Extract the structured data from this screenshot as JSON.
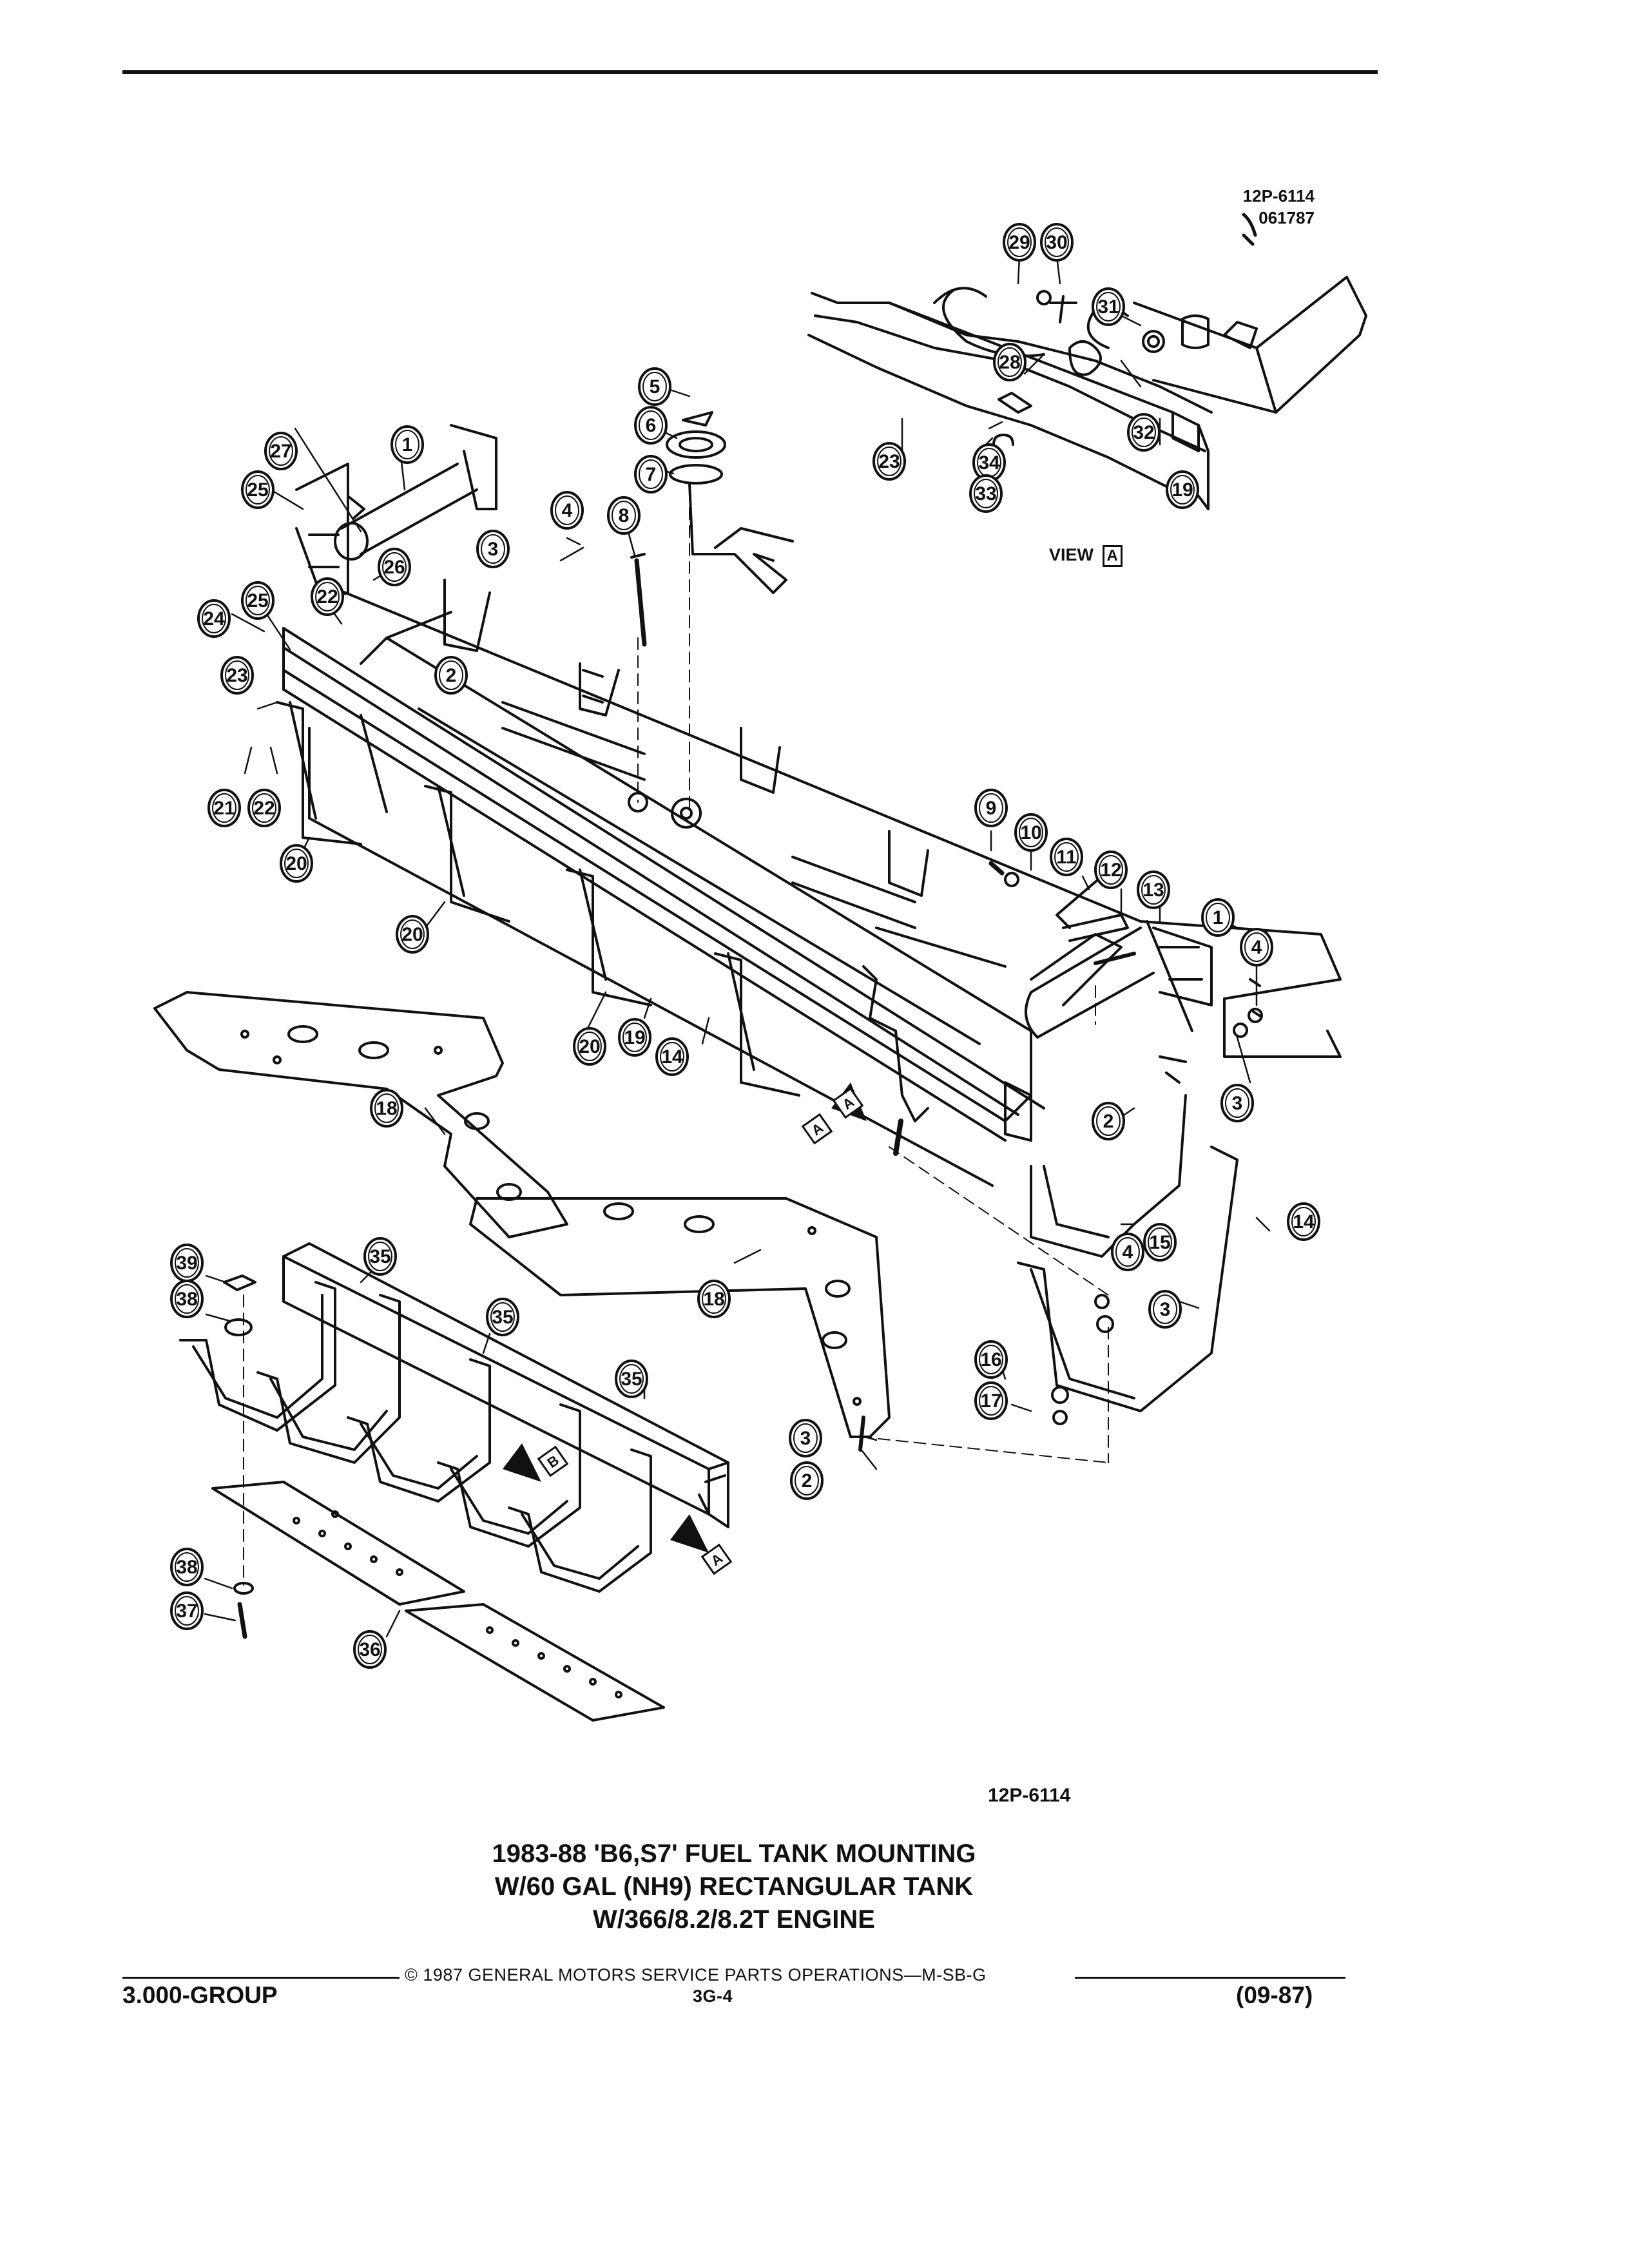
{
  "header": {
    "ref_code": "12P-6114",
    "ref_date": "061787"
  },
  "view_label": {
    "word": "VIEW",
    "letter": "A"
  },
  "figure_ref": "12P-6114",
  "caption": [
    "1983-88 'B6,S7' FUEL TANK MOUNTING",
    "W/60 GAL (NH9) RECTANGULAR TANK",
    "W/366/8.2/8.2T ENGINE"
  ],
  "footer": {
    "copyright": "© 1987 GENERAL MOTORS SERVICE PARTS OPERATIONS—M-SB-G",
    "group": "3.000-GROUP",
    "page": "3G-4",
    "date": "(09-87)"
  },
  "view_markers": [
    "A",
    "A",
    "B",
    "A"
  ],
  "callouts": [
    "29",
    "30",
    "31",
    "28",
    "32",
    "23",
    "34",
    "33",
    "19",
    "5",
    "6",
    "7",
    "8",
    "27",
    "1",
    "4",
    "25",
    "3",
    "26",
    "24",
    "25",
    "22",
    "2",
    "23",
    "21",
    "22",
    "20",
    "20",
    "9",
    "10",
    "11",
    "12",
    "13",
    "1",
    "4",
    "20",
    "19",
    "14",
    "18",
    "2",
    "3",
    "14",
    "15",
    "4",
    "3",
    "16",
    "17",
    "18",
    "3",
    "2",
    "39",
    "35",
    "38",
    "35",
    "35",
    "38",
    "37",
    "36"
  ]
}
